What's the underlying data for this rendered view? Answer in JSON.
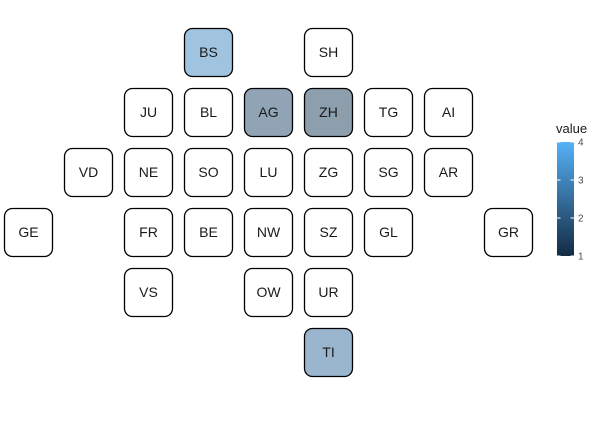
{
  "chart_data": {
    "type": "heatmap",
    "title": "",
    "tiles": [
      {
        "label": "BS",
        "col": 4,
        "row": 1,
        "value": 3.1
      },
      {
        "label": "SH",
        "col": 6,
        "row": 1,
        "value": null
      },
      {
        "label": "JU",
        "col": 3,
        "row": 2,
        "value": null
      },
      {
        "label": "BL",
        "col": 4,
        "row": 2,
        "value": null
      },
      {
        "label": "AG",
        "col": 5,
        "row": 2,
        "value": 1.7
      },
      {
        "label": "ZH",
        "col": 6,
        "row": 2,
        "value": 1.4
      },
      {
        "label": "TG",
        "col": 7,
        "row": 2,
        "value": null
      },
      {
        "label": "AI",
        "col": 8,
        "row": 2,
        "value": null
      },
      {
        "label": "VD",
        "col": 2,
        "row": 3,
        "value": null
      },
      {
        "label": "NE",
        "col": 3,
        "row": 3,
        "value": null
      },
      {
        "label": "SO",
        "col": 4,
        "row": 3,
        "value": null
      },
      {
        "label": "LU",
        "col": 5,
        "row": 3,
        "value": null
      },
      {
        "label": "ZG",
        "col": 6,
        "row": 3,
        "value": null
      },
      {
        "label": "SG",
        "col": 7,
        "row": 3,
        "value": null
      },
      {
        "label": "AR",
        "col": 8,
        "row": 3,
        "value": null
      },
      {
        "label": "GE",
        "col": 1,
        "row": 4,
        "value": null
      },
      {
        "label": "FR",
        "col": 3,
        "row": 4,
        "value": null
      },
      {
        "label": "BE",
        "col": 4,
        "row": 4,
        "value": null
      },
      {
        "label": "NW",
        "col": 5,
        "row": 4,
        "value": null
      },
      {
        "label": "SZ",
        "col": 6,
        "row": 4,
        "value": null
      },
      {
        "label": "GL",
        "col": 7,
        "row": 4,
        "value": null
      },
      {
        "label": "GR",
        "col": 9,
        "row": 4,
        "value": null
      },
      {
        "label": "VS",
        "col": 3,
        "row": 5,
        "value": null
      },
      {
        "label": "OW",
        "col": 5,
        "row": 5,
        "value": null
      },
      {
        "label": "UR",
        "col": 6,
        "row": 5,
        "value": null
      },
      {
        "label": "TI",
        "col": 6,
        "row": 6,
        "value": 2.5
      }
    ],
    "legend": {
      "title": "value",
      "min": 1,
      "max": 4,
      "ticks": [
        1,
        2,
        3,
        4
      ],
      "low_color": "#132B43",
      "high_color": "#56B1F7",
      "placement": "right"
    },
    "empty_fill": "#ffffff",
    "tile_alpha": 0.5,
    "grid": false
  }
}
